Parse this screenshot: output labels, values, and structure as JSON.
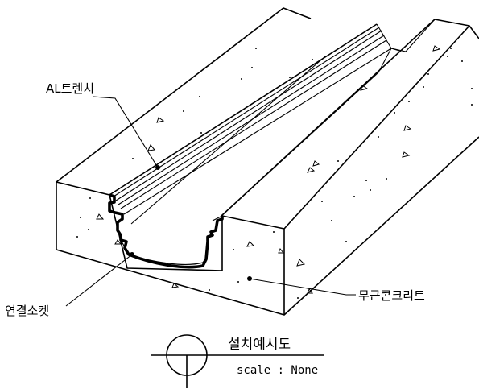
{
  "labels": {
    "al_trench": "AL트렌치",
    "connection_socket": "연결소켓",
    "unreinforced_concrete": "무근콘크리트"
  },
  "title_block": {
    "title": "설치예시도",
    "scale_text": "scale : None"
  }
}
